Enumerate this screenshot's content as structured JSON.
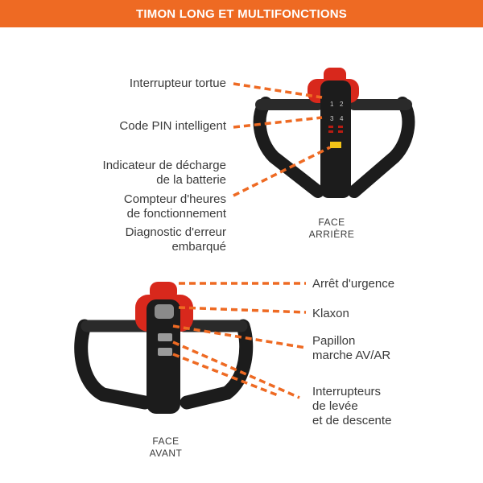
{
  "header": {
    "title": "TIMON LONG ET MULTIFONCTIONS"
  },
  "colors": {
    "accent": "#ee6a23",
    "handle_red": "#d8281c",
    "handle_dark": "#1c1c1c"
  },
  "rear": {
    "labels": {
      "turtle": "Interrupteur tortue",
      "pin": "Code PIN intelligent",
      "battery_1": "Indicateur de décharge",
      "battery_2": "de la batterie",
      "hours_1": "Compteur d'heures",
      "hours_2": "de fonctionnement",
      "diag_1": "Diagnostic d'erreur",
      "diag_2": "embarqué"
    },
    "face_1": "FACE",
    "face_2": "ARRIÈRE",
    "keypad": [
      "1",
      "2",
      "3",
      "4"
    ]
  },
  "front": {
    "labels": {
      "emergency": "Arrêt d'urgence",
      "horn": "Klaxon",
      "butterfly_1": "Papillon",
      "butterfly_2": "marche AV/AR",
      "lift_1": "Interrupteurs",
      "lift_2": "de levée",
      "lift_3": "et de descente"
    },
    "face_1": "FACE",
    "face_2": "AVANT"
  }
}
